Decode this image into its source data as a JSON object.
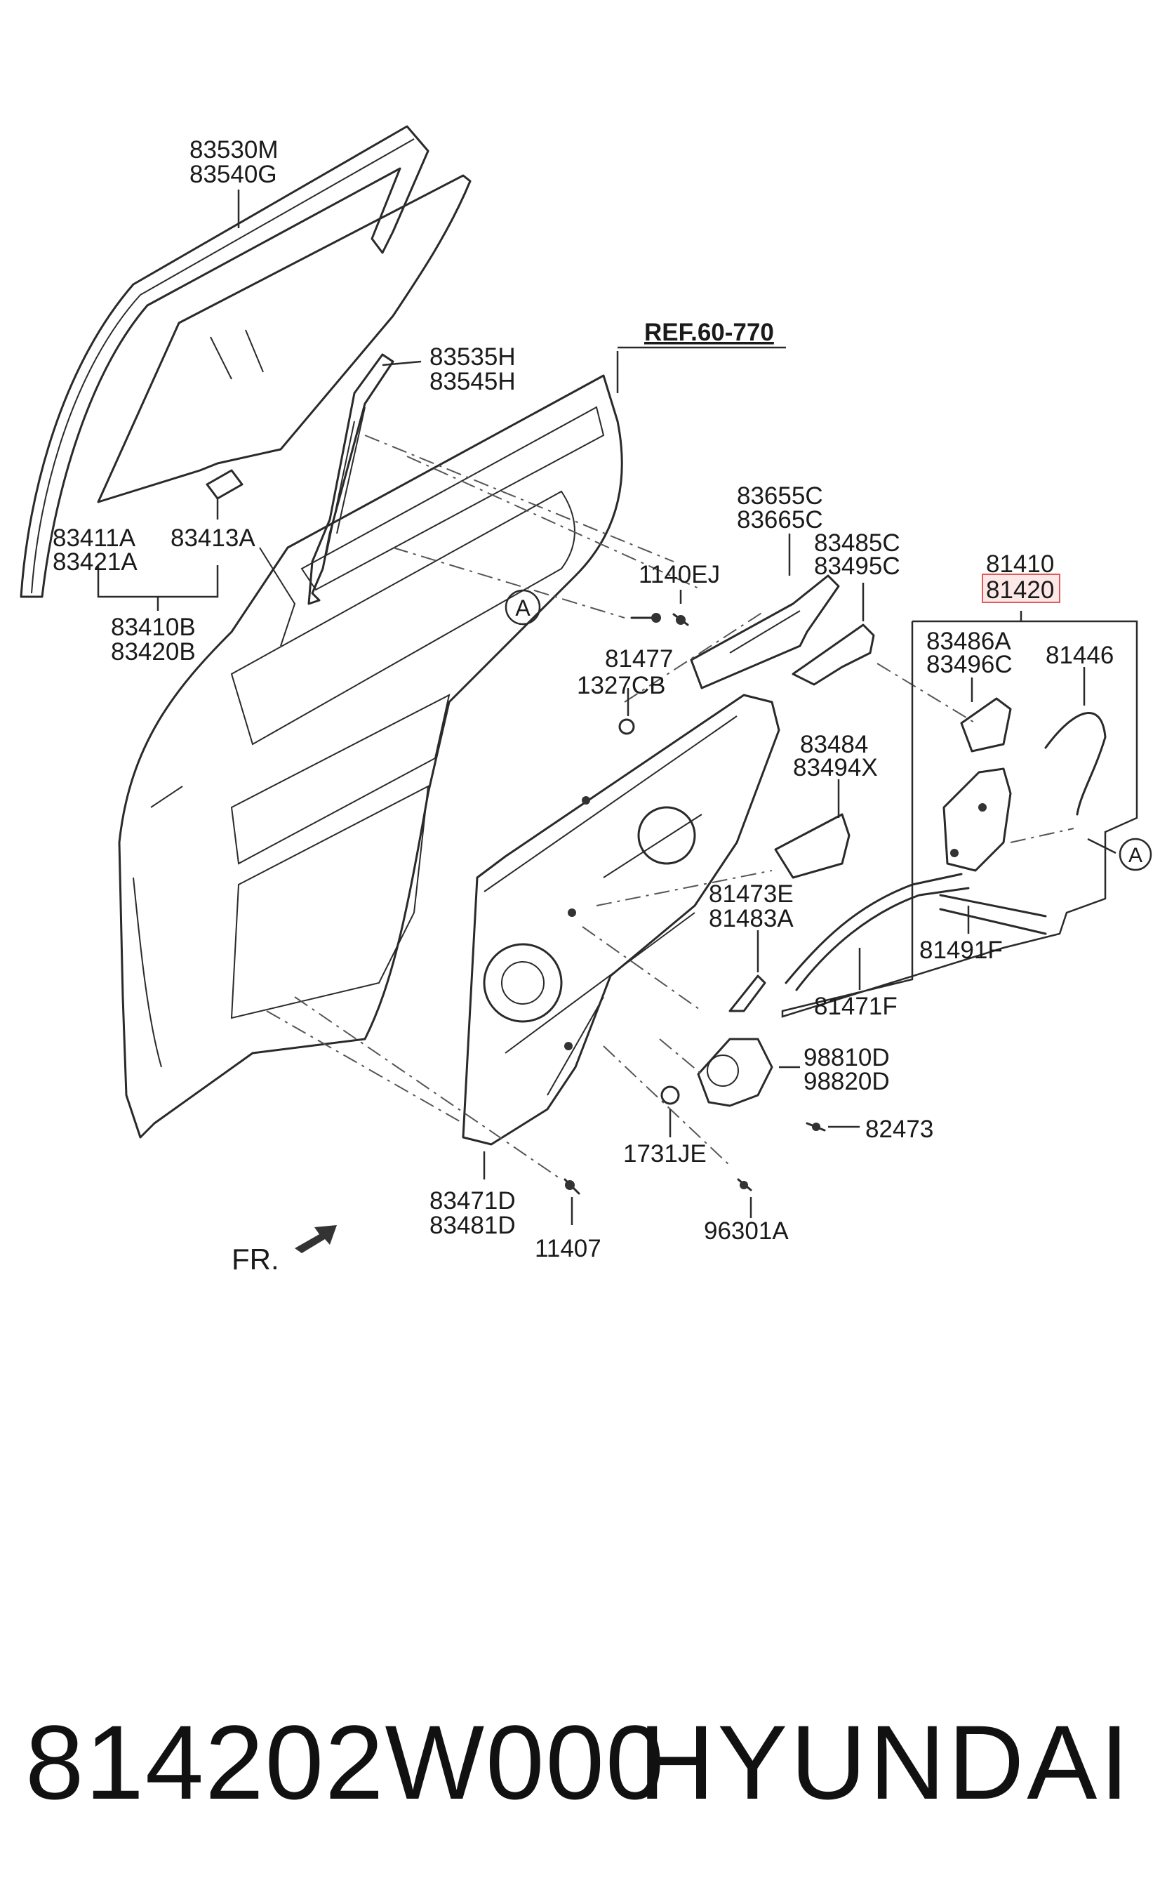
{
  "callouts": [
    {
      "id": "c1a",
      "text": "83530M"
    },
    {
      "id": "c1b",
      "text": "83540G"
    },
    {
      "id": "c2a",
      "text": "83535H"
    },
    {
      "id": "c2b",
      "text": "83545H"
    },
    {
      "id": "ref",
      "text": "REF.60-770"
    },
    {
      "id": "c3a",
      "text": "83411A"
    },
    {
      "id": "c3b",
      "text": "83421A"
    },
    {
      "id": "c4",
      "text": "83413A"
    },
    {
      "id": "c5a",
      "text": "83410B"
    },
    {
      "id": "c5b",
      "text": "83420B"
    },
    {
      "id": "c6a",
      "text": "83655C"
    },
    {
      "id": "c6b",
      "text": "83665C"
    },
    {
      "id": "c7a",
      "text": "83485C"
    },
    {
      "id": "c7b",
      "text": "83495C"
    },
    {
      "id": "c8",
      "text": "1140EJ"
    },
    {
      "id": "c9a",
      "text": "81410"
    },
    {
      "id": "c9b",
      "text": "81420"
    },
    {
      "id": "c10a",
      "text": "83486A"
    },
    {
      "id": "c10b",
      "text": "83496C"
    },
    {
      "id": "c11",
      "text": "81446"
    },
    {
      "id": "c12",
      "text": "81477"
    },
    {
      "id": "c13",
      "text": "1327CB"
    },
    {
      "id": "c14a",
      "text": "83484"
    },
    {
      "id": "c14b",
      "text": "83494X"
    },
    {
      "id": "c15a",
      "text": "81473E"
    },
    {
      "id": "c15b",
      "text": "81483A"
    },
    {
      "id": "c16",
      "text": "81491F"
    },
    {
      "id": "c17",
      "text": "81471F"
    },
    {
      "id": "c18a",
      "text": "98810D"
    },
    {
      "id": "c18b",
      "text": "98820D"
    },
    {
      "id": "c19",
      "text": "82473"
    },
    {
      "id": "c20",
      "text": "1731JE"
    },
    {
      "id": "c21a",
      "text": "83471D"
    },
    {
      "id": "c21b",
      "text": "83481D"
    },
    {
      "id": "c22",
      "text": "11407"
    },
    {
      "id": "c23",
      "text": "96301A"
    },
    {
      "id": "fr",
      "text": "FR."
    },
    {
      "id": "markA1",
      "text": "A"
    },
    {
      "id": "markA2",
      "text": "A"
    }
  ],
  "highlight_color": "#e05a5a",
  "footer": {
    "part_number": "814202W000",
    "brand": "HYUNDAI"
  }
}
